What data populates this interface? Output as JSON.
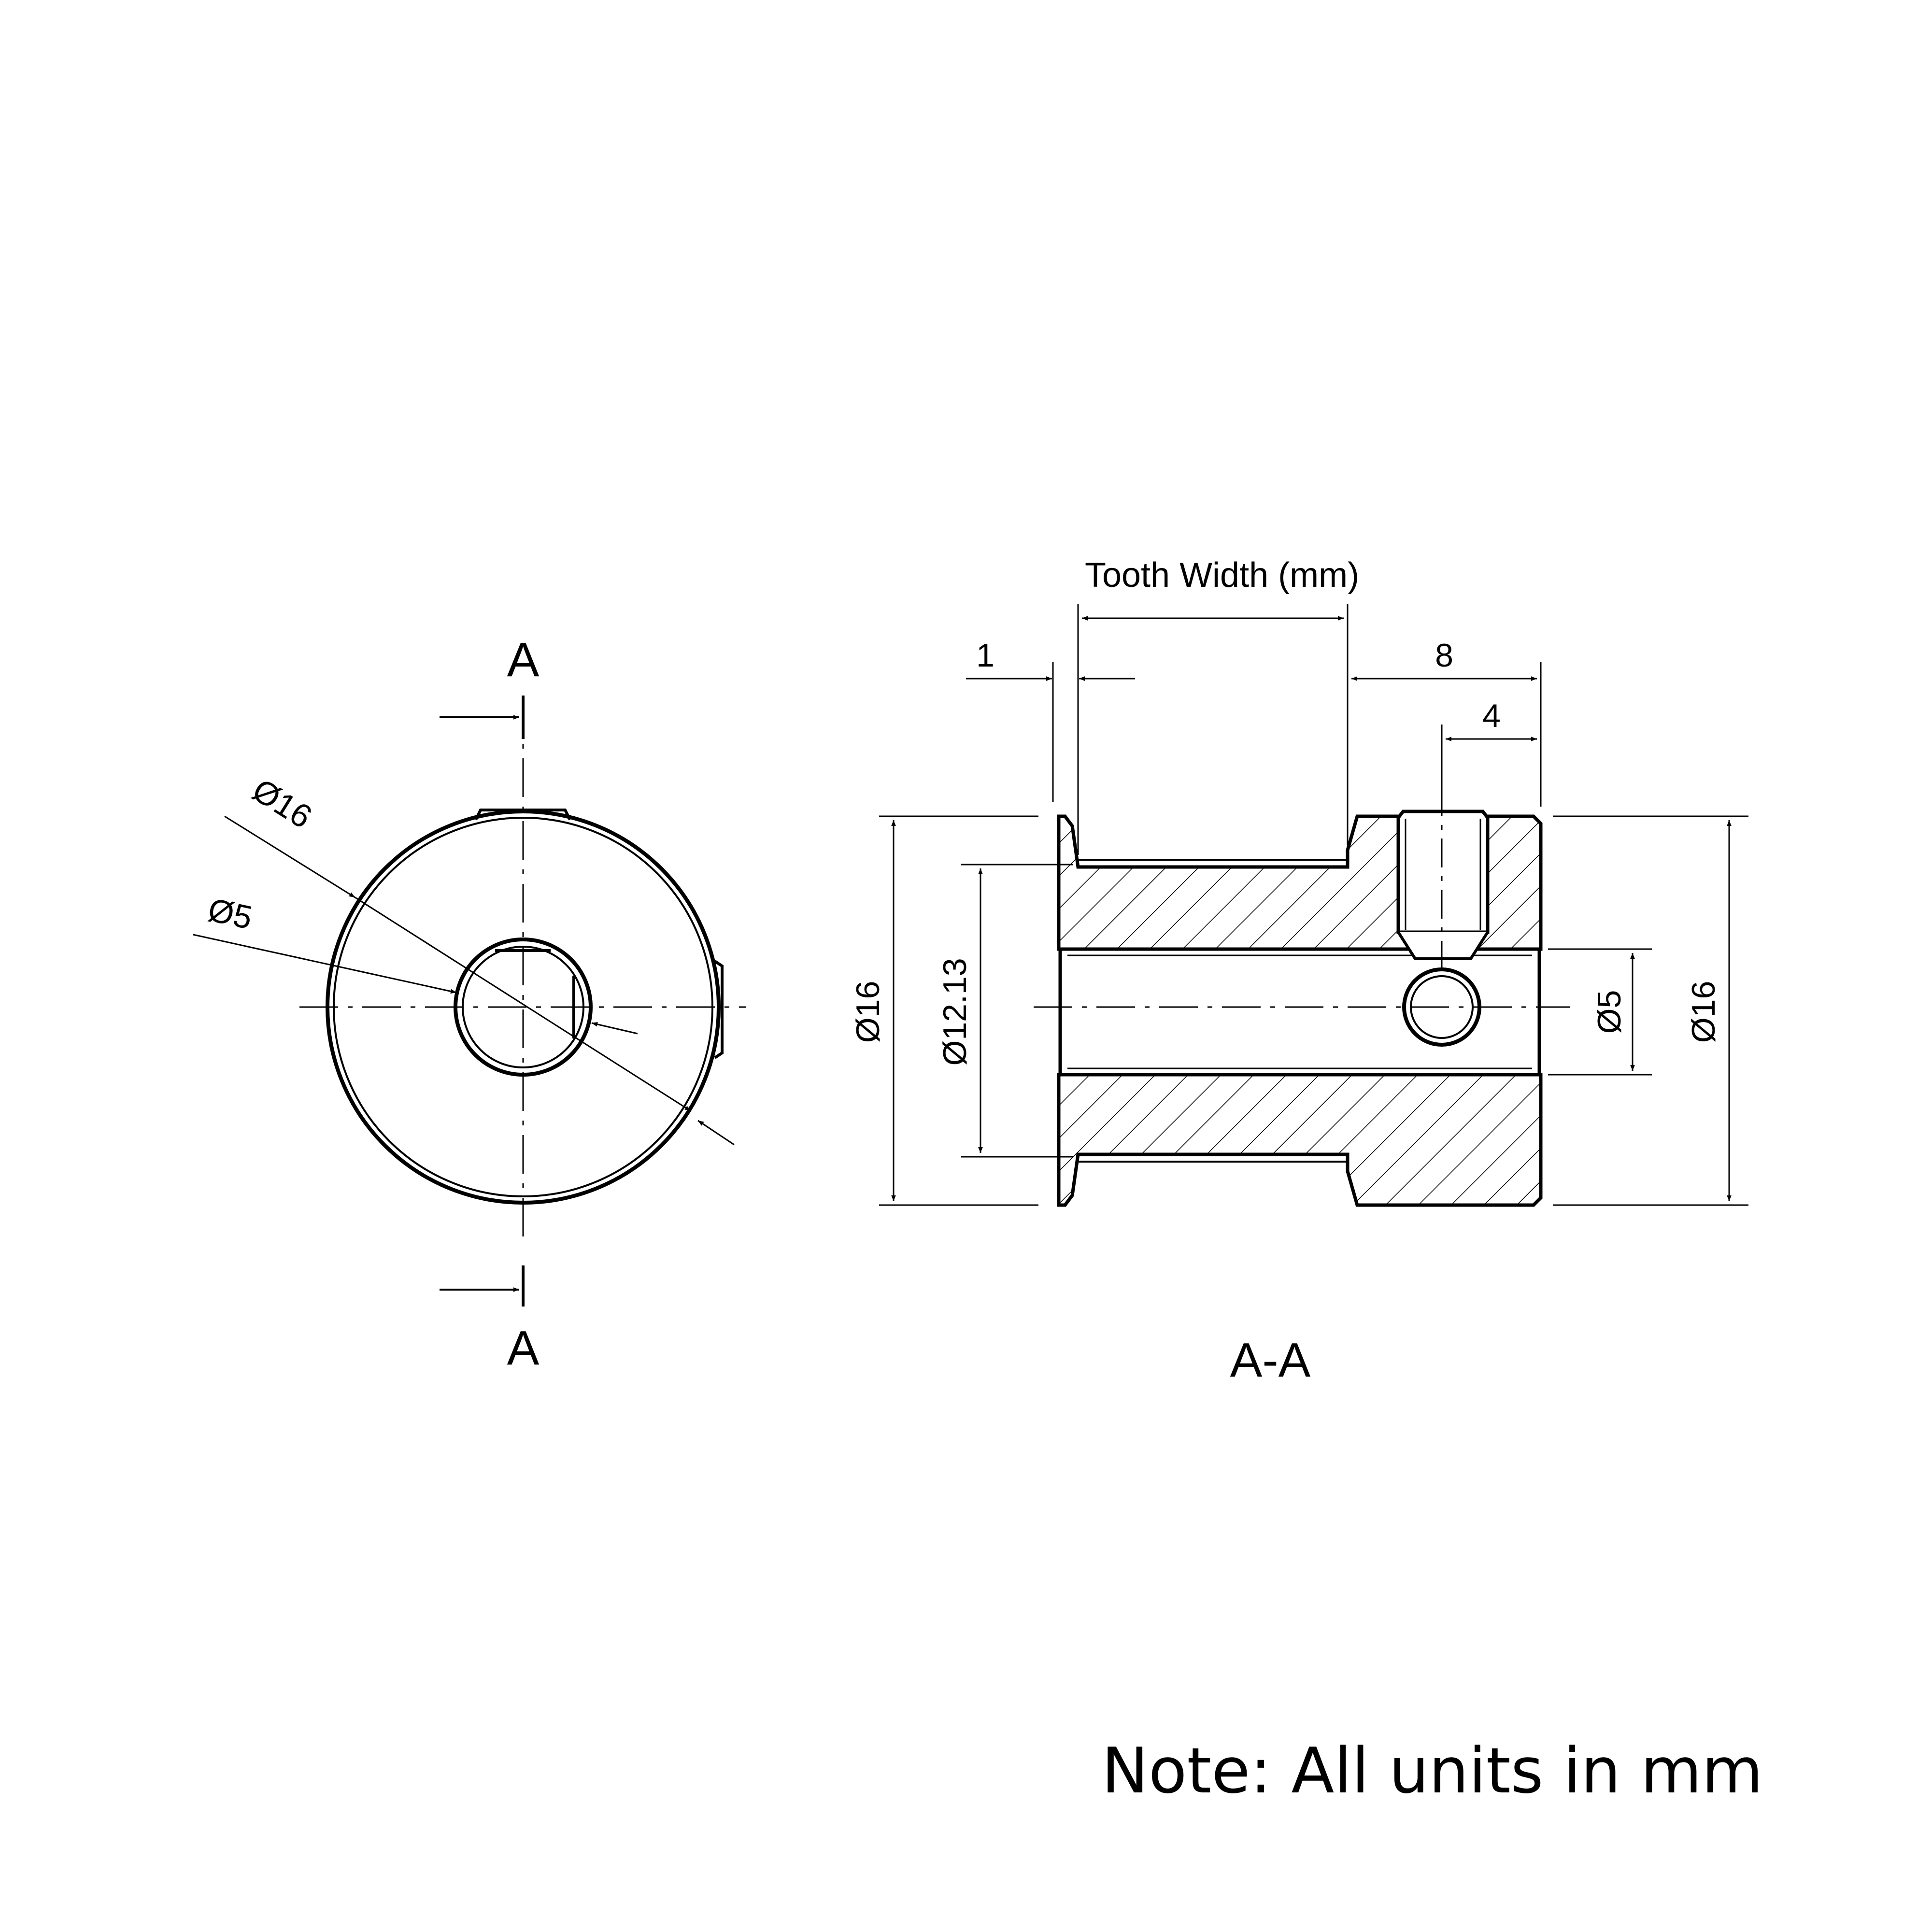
{
  "front_view": {
    "section_top": "A",
    "section_bottom": "A",
    "dim_outer": "Ø16",
    "dim_bore": "Ø5"
  },
  "section_view": {
    "title": "A-A",
    "tooth_width_label": "Tooth Width (mm)",
    "dim_flange": "1",
    "dim_hub": "8",
    "dim_set_screw": "4",
    "dim_outer_left": "Ø16",
    "dim_pitch": "Ø12.13",
    "dim_bore": "Ø5",
    "dim_outer_right": "Ø16"
  },
  "note": "Note: All units in mm"
}
